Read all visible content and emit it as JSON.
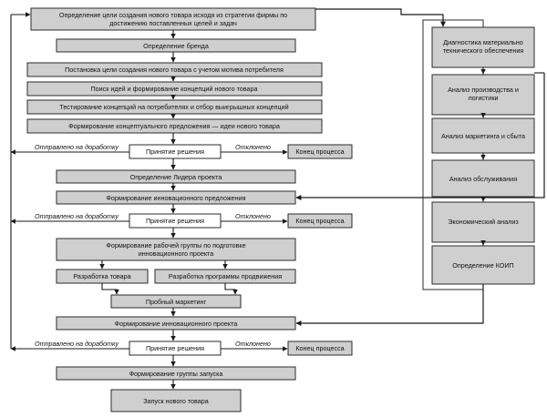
{
  "main_flow": {
    "step1": [
      "Определение цели создания нового товара исходя из стратегии фирмы по",
      "достижению поставленных целей и задач"
    ],
    "step2": "Определение бренда",
    "step3": "Постановка цели создания нового товара с учетом мотива потребителя",
    "step4": "Поиск идей и формирование концепций нового товара",
    "step5": "Тестирование концепций на потребителях и отбор выигрышных концепций",
    "step6": "Формирование концептуального предложения — идеи нового товара",
    "decision1": "Принятие решения",
    "step7": "Определение Лидера проекта",
    "step8": "Формирование инновационного предложения",
    "decision2": "Принятие решения",
    "step9": [
      "Формирование рабочей группы по подготовке",
      "инновационного проекта"
    ],
    "step10a": "Разработка товара",
    "step10b": "Разработка программы продвижения",
    "step11": "Пробный маркетинг",
    "step12": "Формирование инновационного проекта",
    "decision3": "Принятие решения",
    "step13": "Формирование группы запуска",
    "step14": "Запуск нового товара"
  },
  "labels": {
    "rework": "Отправлено на доработку",
    "rejected": "Отклонено",
    "end": "Конец процесса"
  },
  "right_column": {
    "items": [
      [
        "Диагностика материально",
        "технического обеспечения"
      ],
      [
        "Анализ производства и",
        "логистики"
      ],
      [
        "Анализ маркетинга и сбыта"
      ],
      [
        "Анализ обслуживания"
      ],
      [
        "Экономический анализ"
      ],
      [
        "Определение КОИП"
      ]
    ]
  },
  "colors": {
    "box_fill": "#cfcfcf",
    "stroke": "#2b2b2b",
    "background": "#ffffff"
  }
}
